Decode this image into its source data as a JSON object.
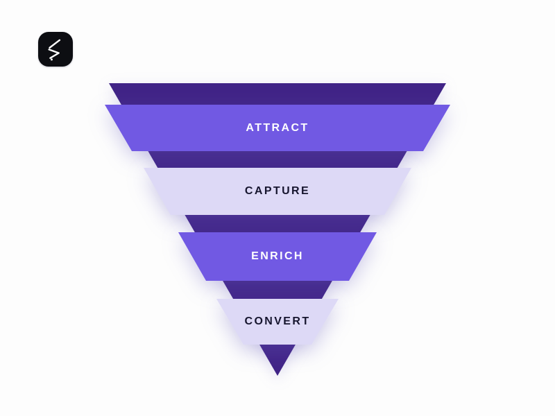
{
  "page": {
    "background_color": "#FDFDFD"
  },
  "logo": {
    "icon": "zigzag-bolt-icon",
    "background_color": "#0D0E12",
    "glyph_color": "#FFFFFF"
  },
  "funnel": {
    "core_color": "#412487",
    "stages": [
      {
        "label": "ATTRACT",
        "fill": "#7159E3",
        "text_color": "#FFFFFF"
      },
      {
        "label": "CAPTURE",
        "fill": "#DDD9F6",
        "text_color": "#16152E"
      },
      {
        "label": "ENRICH",
        "fill": "#7159E3",
        "text_color": "#FFFFFF"
      },
      {
        "label": "CONVERT",
        "fill": "#DDD9F6",
        "text_color": "#16152E"
      }
    ]
  }
}
